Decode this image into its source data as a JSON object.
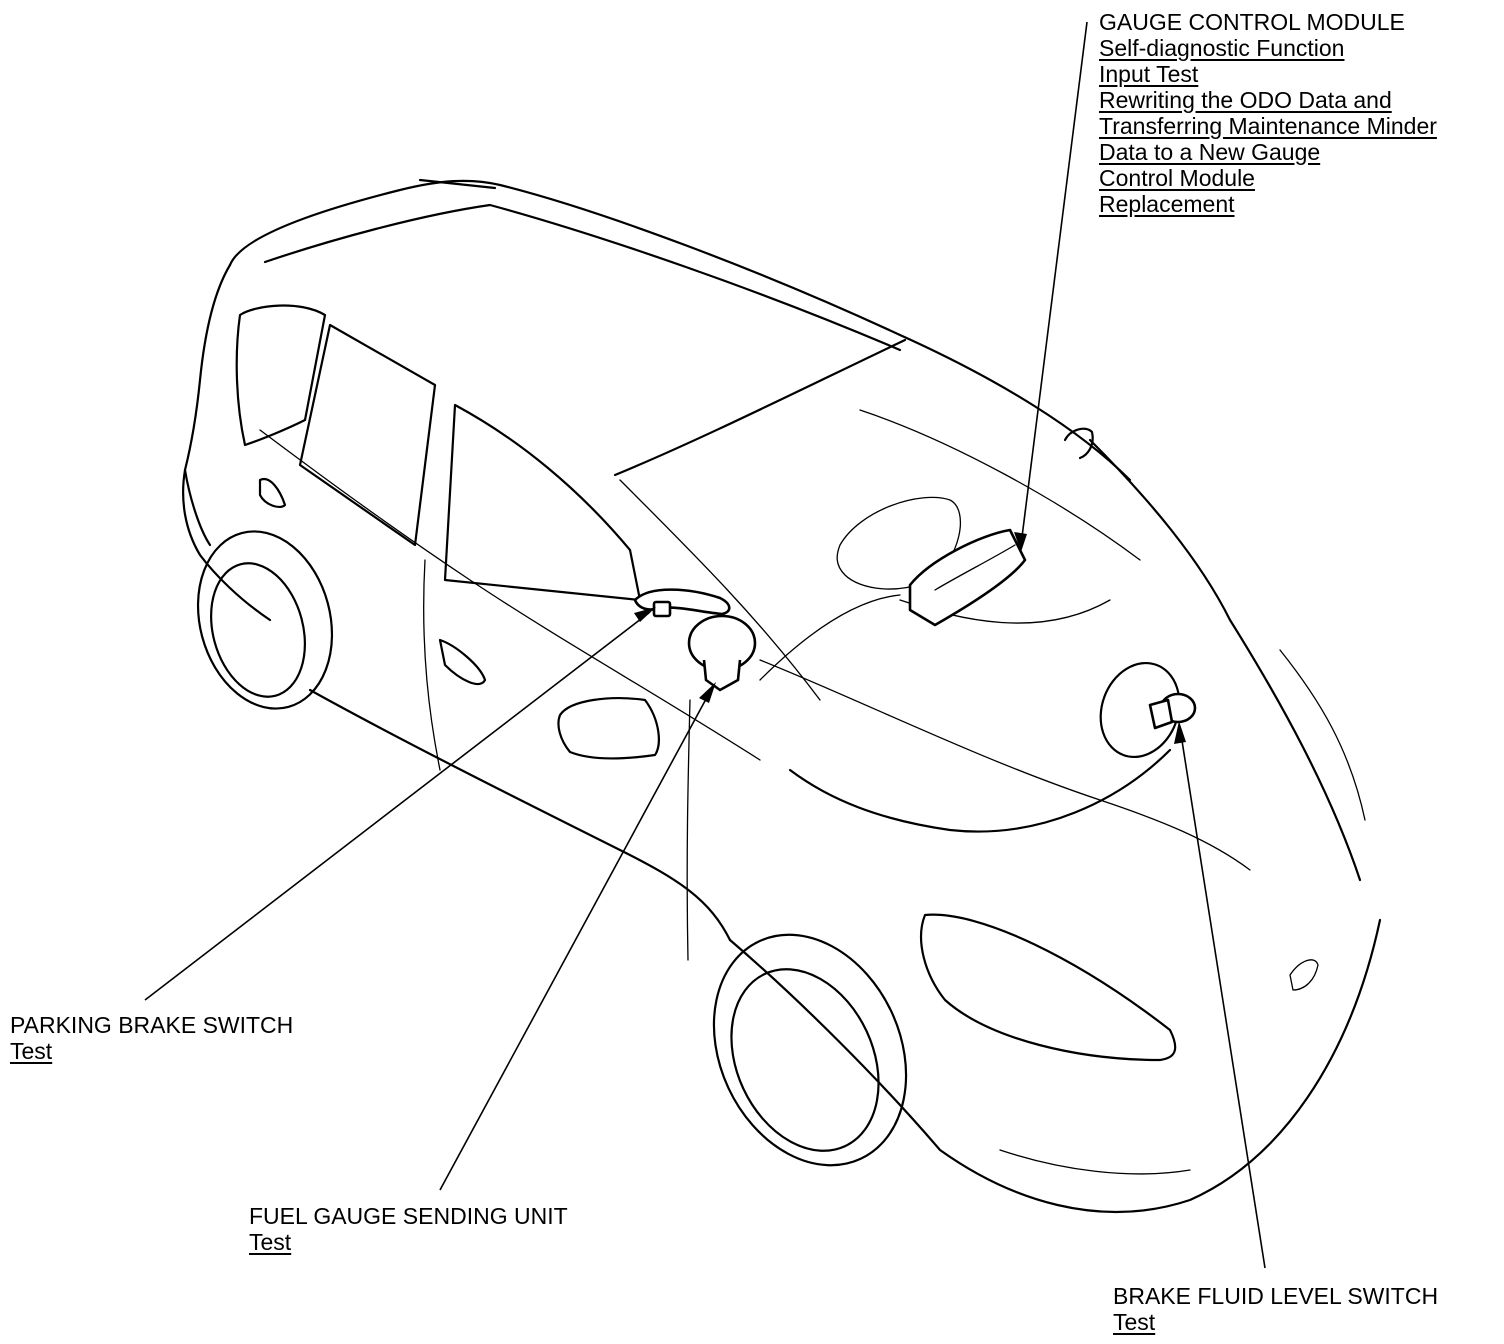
{
  "callouts": {
    "gauge_control_module": {
      "title": "GAUGE CONTROL MODULE",
      "links": [
        "Self-diagnostic Function",
        "Input Test",
        "Rewriting the ODO Data and",
        "Transferring Maintenance Minder",
        "Data to a New Gauge",
        "Control Module",
        "Replacement"
      ]
    },
    "parking_brake_switch": {
      "title": "PARKING BRAKE SWITCH",
      "link": "Test"
    },
    "fuel_gauge_sending_unit": {
      "title": "FUEL GAUGE SENDING UNIT",
      "link": "Test"
    },
    "brake_fluid_level_switch": {
      "title": "BRAKE FLUID LEVEL SWITCH",
      "link": "Test"
    }
  },
  "colors": {
    "line": "#000000",
    "background": "#ffffff"
  }
}
